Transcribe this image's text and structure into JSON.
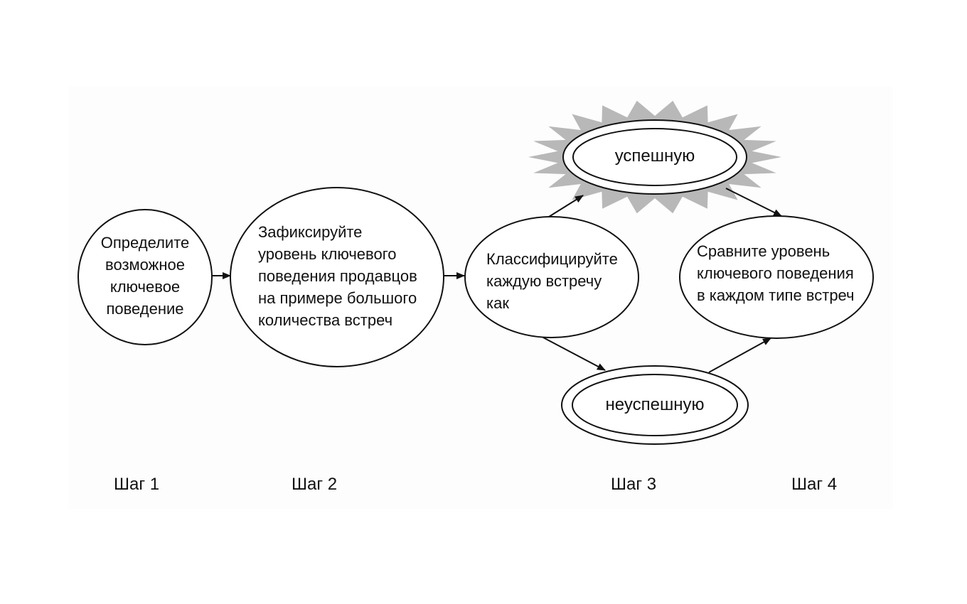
{
  "nodes": {
    "step1": "Определите\nвозможное\nключевое\nповедение",
    "step2": "Зафиксируйте\nуровень ключевого\nповедения продавцов\nна примере большого\nколичества встреч",
    "classify": "Классифицируйте\nкаждую встречу\nкак",
    "success": "успешную",
    "failure": "неуспешную",
    "compare": "Сравните уровень\nключевого поведения\nв каждом типе встреч"
  },
  "steps": [
    "Шаг 1",
    "Шаг 2",
    "Шаг 3",
    "Шаг 4"
  ],
  "colors": {
    "stroke": "#111111",
    "burst": "#b8b8b8",
    "fill": "#ffffff"
  }
}
